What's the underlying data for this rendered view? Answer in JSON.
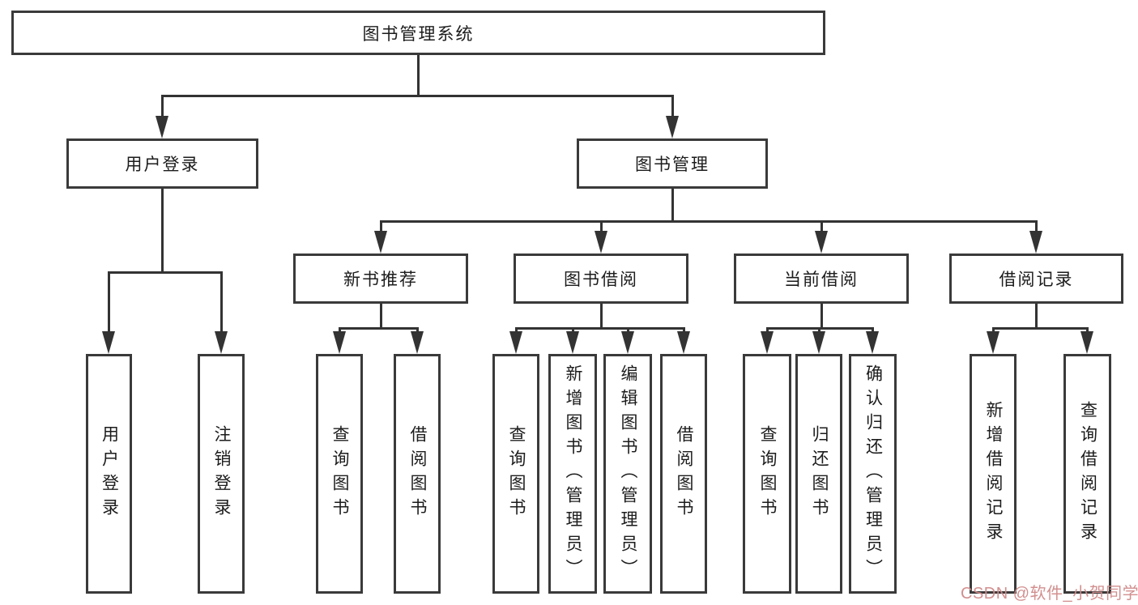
{
  "colors": {
    "line": "#333333",
    "box_border": "#3a3a3a",
    "text": "#1c1c1c",
    "watermark": "#d08a8a"
  },
  "watermark": {
    "text": "CSDN @软件_小贺同学"
  },
  "nodes": {
    "root": "图书管理系统",
    "user_login": "用户登录",
    "book_management": "图书管理",
    "new_book_recommend": "新书推荐",
    "book_borrowing": "图书借阅",
    "current_borrowing": "当前借阅",
    "borrow_records": "借阅记录",
    "leaf_user_login": "用户登录",
    "leaf_logout": "注销登录",
    "leaf_query_books_1": "查询图书",
    "leaf_borrow_books_1": "借阅图书",
    "leaf_query_books_2": "查询图书",
    "leaf_add_books_admin": "新增图书（管理员）",
    "leaf_edit_books_admin": "编辑图书（管理员）",
    "leaf_borrow_books_2": "借阅图书",
    "leaf_query_books_3": "查询图书",
    "leaf_return_books": "归还图书",
    "leaf_confirm_return_admin": "确认归还（管理员）",
    "leaf_add_borrow_record": "新增借阅记录",
    "leaf_query_borrow_record": "查询借阅记录"
  }
}
